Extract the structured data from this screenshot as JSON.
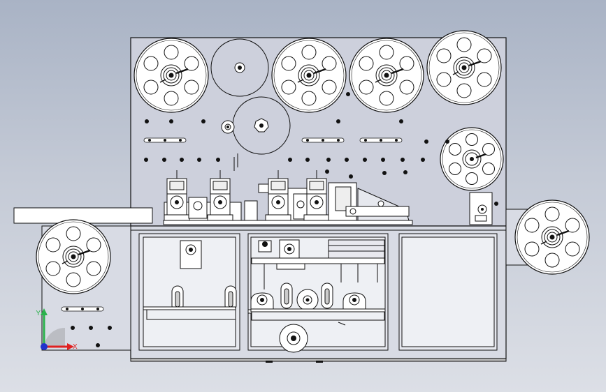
{
  "triad": {
    "y_label": "Y",
    "x_label": "X",
    "colors": {
      "y": "#2bb24c",
      "x": "#e02020",
      "z": "#2233cc"
    }
  },
  "colors": {
    "background_top": "#a9b3c5",
    "background_bottom": "#dcdfe6",
    "panel": "#cdd0dc",
    "cabinet": "#d8dbe4",
    "reel": "#ffffff",
    "line": "#111111"
  },
  "reels": [
    {
      "id": "reel-1",
      "icon": "reel-icon"
    },
    {
      "id": "reel-2",
      "icon": "reel-icon"
    },
    {
      "id": "reel-3",
      "icon": "reel-icon"
    },
    {
      "id": "reel-4",
      "icon": "reel-icon"
    },
    {
      "id": "reel-5",
      "icon": "reel-icon"
    },
    {
      "id": "reel-left",
      "icon": "reel-icon"
    },
    {
      "id": "reel-right",
      "icon": "reel-icon"
    }
  ]
}
